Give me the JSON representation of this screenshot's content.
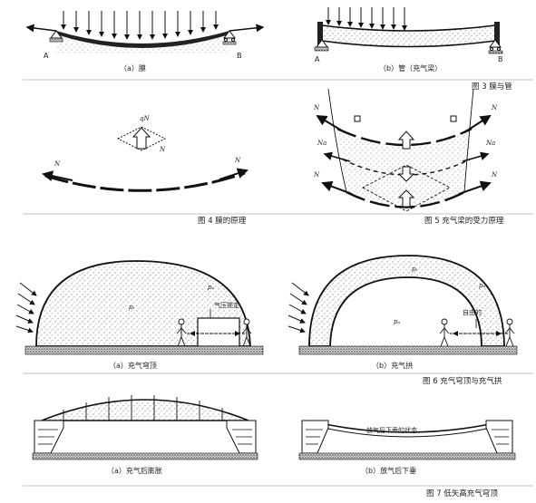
{
  "fig3": {
    "a_caption": "（a）膜",
    "b_caption": "（b）管（充气梁）",
    "label_a_left": "A",
    "label_b_left": "B",
    "label_a_right": "A",
    "label_b_right": "B",
    "title": "图 3   膜与管"
  },
  "fig4": {
    "label_qn": "qN",
    "label_n_center": "N",
    "label_n_left": "N",
    "label_n_right": "N",
    "title": "图 4   膜的原理"
  },
  "fig5": {
    "label_n_tl": "N",
    "label_n_tr": "N",
    "label_n_bl": "N",
    "label_n_br": "N",
    "label_na_left": "Na",
    "label_na_right": "Na",
    "title": "图 5   充气梁的受力原理"
  },
  "fig6": {
    "a_caption": "（a）充气穹顶",
    "b_caption": "（b）充气拱",
    "callout_pressure": "气压锁定",
    "callout_free": "自由的",
    "label_pi": "pᵢ",
    "label_pa": "pₐ",
    "label_pi_b": "pᵢ",
    "label_pa_b": "pₐ",
    "label_pa_b2": "pₐ",
    "title": "图 6   充气穹顶与充气拱"
  },
  "fig7": {
    "a_caption": "（a）充气后膨胀",
    "b_caption": "（b）放气后下垂",
    "state_label": "放气后下垂的状态",
    "title": "图 7   低矢高充气穹顶"
  }
}
